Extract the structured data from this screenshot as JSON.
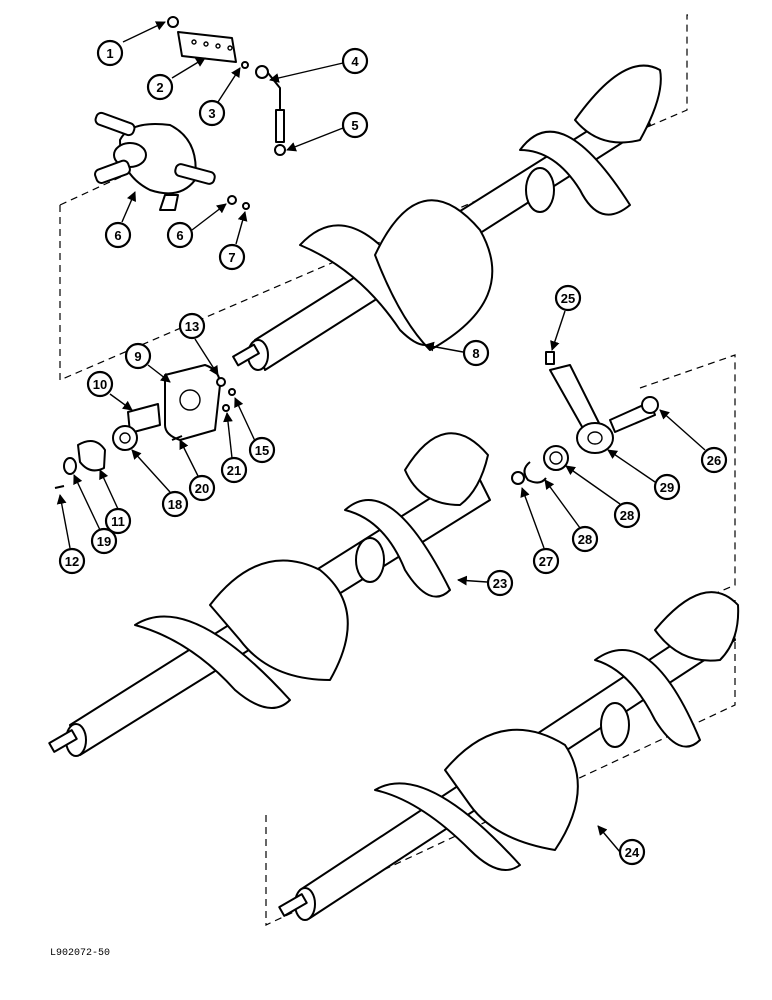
{
  "callouts": [
    "1",
    "2",
    "3",
    "4",
    "5",
    "6",
    "6",
    "7",
    "8",
    "9",
    "10",
    "11",
    "12",
    "13",
    "15",
    "18",
    "19",
    "20",
    "21",
    "23",
    "24",
    "25",
    "26",
    "27",
    "28",
    "28",
    "29"
  ],
  "reference_code": "L902072-50"
}
